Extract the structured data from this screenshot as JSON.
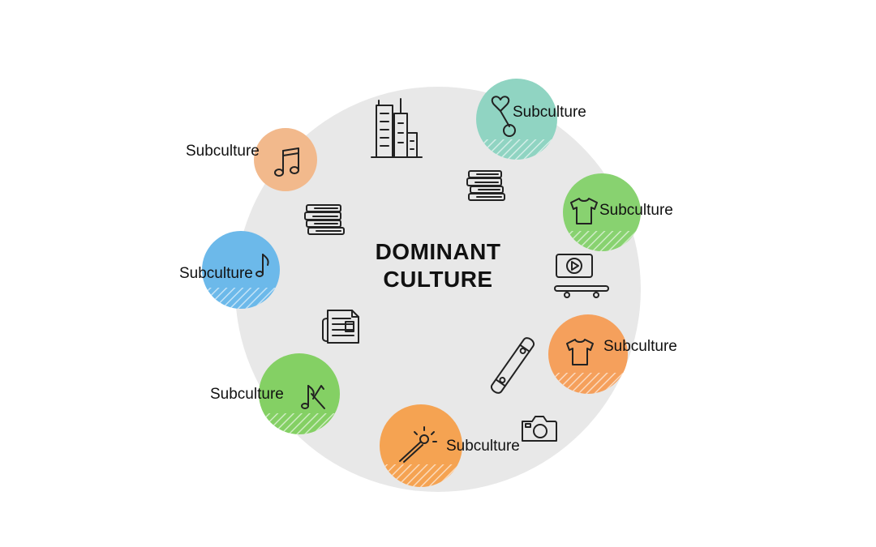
{
  "diagram": {
    "center": {
      "line1": "DOMINANT",
      "line2": "CULTURE",
      "color": "#e8e8e8"
    },
    "subcultures": [
      {
        "label": "Subculture",
        "color": "#90d4c2",
        "icon": "heart-guitar-icon"
      },
      {
        "label": "Subculture",
        "color": "#f2b98c",
        "icon": "music-note-icon"
      },
      {
        "label": "Subculture",
        "color": "#88d270",
        "icon": "tshirt-icon"
      },
      {
        "label": "Subculture",
        "color": "#6cb9ea",
        "icon": "music-note-icon"
      },
      {
        "label": "Subculture",
        "color": "#f5a05c",
        "icon": "tshirt-icon"
      },
      {
        "label": "Subculture",
        "color": "#84d064",
        "icon": "music-arrow-icon"
      },
      {
        "label": "Subculture",
        "color": "#f5a352",
        "icon": "torch-icon"
      }
    ],
    "icons": [
      "skyscraper-icon",
      "book-stack-icon",
      "book-stack-icon",
      "video-screen-icon",
      "skateboard-icon",
      "newspaper-icon",
      "skateboard-icon",
      "camera-icon"
    ]
  }
}
